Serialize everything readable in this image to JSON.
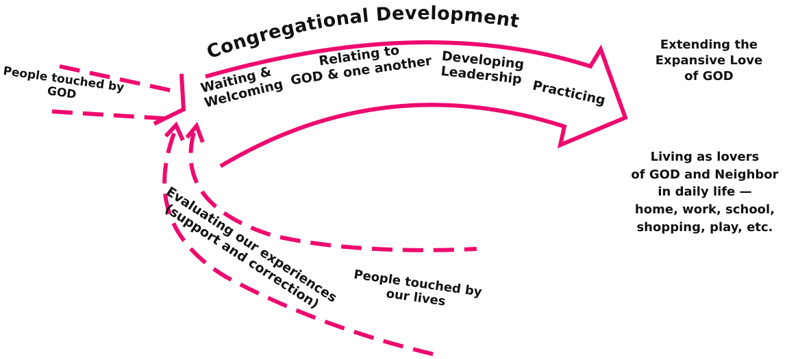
{
  "title": "Congregational Development",
  "colors": {
    "accent": "#ee0a6e",
    "text": "#111111",
    "background": "#ffffff"
  },
  "stages": {
    "waiting": [
      "Waiting &",
      "Welcoming"
    ],
    "relating": [
      "Relating to",
      "GOD & one another"
    ],
    "developing": [
      "Developing",
      "Leadership"
    ],
    "practicing": "Practicing"
  },
  "inputs": {
    "people_touched_by_god": [
      "People touched by",
      "GOD"
    ],
    "people_touched_by_our_lives": [
      "People touched by",
      "our lives"
    ],
    "evaluating": [
      "Evaluating our experiences",
      "(support and correction)"
    ]
  },
  "outcomes": {
    "extending": [
      "Extending the",
      "Expansive Love",
      "of GOD"
    ],
    "living": [
      "Living as lovers",
      "of GOD and Neighbor",
      "in daily life —",
      "home, work, school,",
      "shopping, play, etc."
    ]
  }
}
